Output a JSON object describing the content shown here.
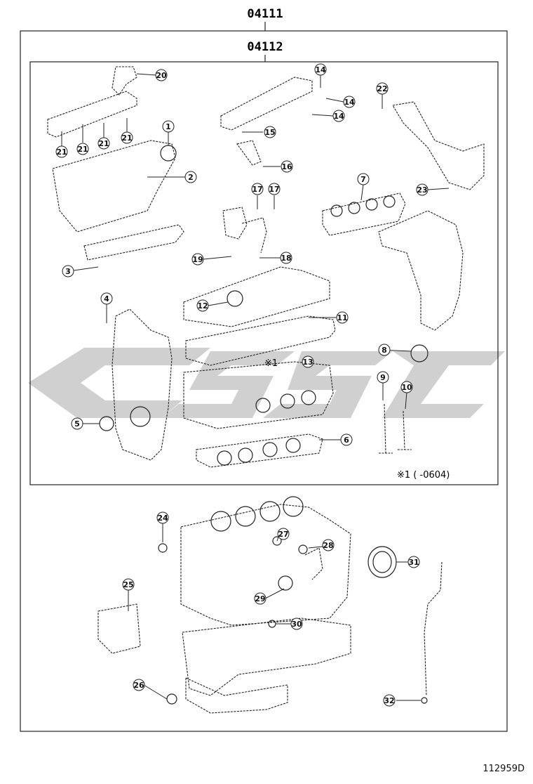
{
  "header": {
    "assembly_number": "04111",
    "subassembly_number": "04112"
  },
  "note": {
    "marker": "※1",
    "range_text": "※1 (        -0604)"
  },
  "callouts": [
    "1",
    "2",
    "3",
    "4",
    "5",
    "6",
    "7",
    "8",
    "9",
    "10",
    "11",
    "12",
    "13",
    "14",
    "14",
    "14",
    "15",
    "16",
    "17",
    "17",
    "18",
    "19",
    "20",
    "21",
    "21",
    "21",
    "21",
    "22",
    "23",
    "24",
    "25",
    "26",
    "27",
    "28",
    "29",
    "30",
    "31",
    "32"
  ],
  "figure_reference": "112959D",
  "watermark_color": "#c9c9c9",
  "line_color": "#222222"
}
